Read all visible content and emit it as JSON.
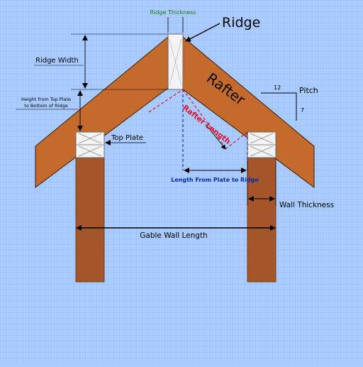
{
  "colors": {
    "background": "#a9cbff",
    "grid": "#90b5ec",
    "rafter": "#c56a2d",
    "wall": "#a4552a",
    "plate": "#f3f3f3",
    "dim_line": "#000000",
    "red_dash": "#e0102a",
    "blue_dash": "#0a2aa8",
    "green_text": "#1a7a1a"
  },
  "labels": {
    "ridge_thickness": "Ridge Thickness",
    "ridge": "Ridge",
    "ridge_width": "Ridge Width",
    "height_line1": "Height from Top Plate",
    "height_line2": "to Bottom of Ridge",
    "rafter": "Rafter",
    "pitch": "Pitch",
    "pitch_run": "12",
    "pitch_rise": "7",
    "rafter_length": "Rafter Length",
    "top_plate": "Top Plate",
    "plate_to_ridge": "Length From Plate to Ridge",
    "wall_thickness": "Wall Thickness",
    "gable_wall_length": "Gable Wall Length"
  }
}
